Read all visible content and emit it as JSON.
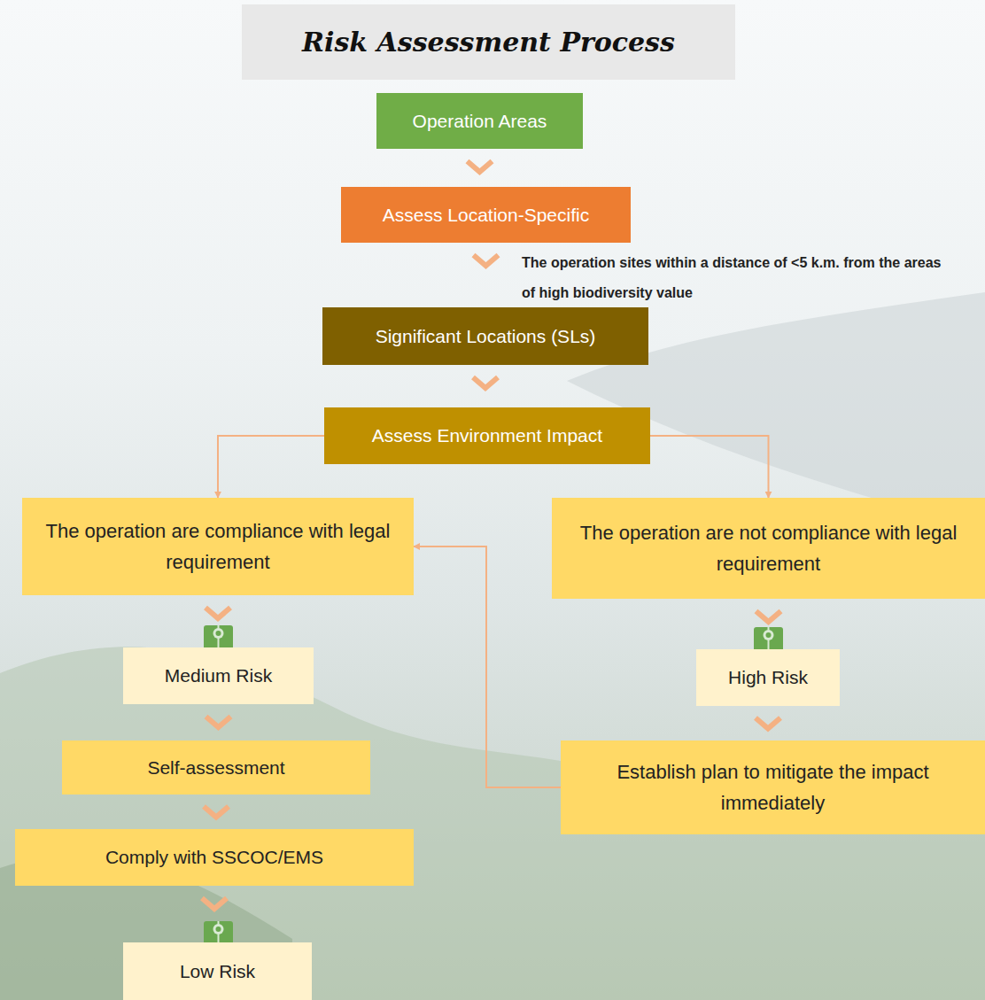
{
  "diagram": {
    "title": "Risk Assessment Process",
    "nodes": [
      {
        "text": [
          "Operation Areas"
        ]
      },
      {
        "text": [
          "Assess Location-Specific"
        ]
      },
      {
        "text": [
          "Significant Locations (SLs)"
        ]
      },
      {
        "text": [
          "Assess Environment Impact"
        ]
      },
      {
        "text": [
          "The operation are compliance with legal requirement"
        ]
      },
      {
        "text": [
          "The operation are not compliance with legal requirement"
        ]
      },
      {
        "text": [
          "Medium Risk"
        ]
      },
      {
        "text": [
          "High Risk"
        ]
      },
      {
        "text": [
          "Self-assessment"
        ]
      },
      {
        "text": [
          "Establish plan to mitigate the impact immediately"
        ]
      },
      {
        "text": [
          "Comply with SSCOC/EMS"
        ]
      },
      {
        "text": [
          "Low Risk"
        ]
      }
    ],
    "edges": [
      {
        "from": 0,
        "to": 1,
        "arrow": "to"
      },
      {
        "from": 1,
        "to": 2,
        "arrow": "to"
      },
      {
        "from": 2,
        "to": 3,
        "arrow": "to"
      },
      {
        "from": 3,
        "to": 4,
        "arrow": "to"
      },
      {
        "from": 3,
        "to": 5,
        "arrow": "to"
      },
      {
        "from": 4,
        "to": 6,
        "arrow": "to"
      },
      {
        "from": 5,
        "to": 7,
        "arrow": "to"
      },
      {
        "from": 6,
        "to": 8,
        "arrow": "to"
      },
      {
        "from": 7,
        "to": 9,
        "arrow": "to"
      },
      {
        "from": 9,
        "to": 4,
        "arrow": "to"
      },
      {
        "from": 8,
        "to": 10,
        "arrow": "to"
      },
      {
        "from": 10,
        "to": 11,
        "arrow": "to"
      }
    ],
    "labels": [
      "The operation sites within a distance of <5 k.m. from the areas of high biodiversity value"
    ]
  }
}
